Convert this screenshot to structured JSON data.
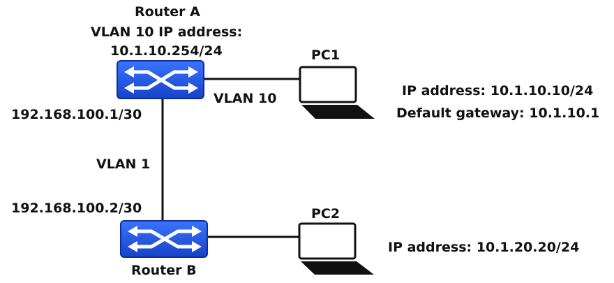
{
  "router_a": {
    "name": "Router A",
    "vlan_label": "VLAN 10 IP address:",
    "vlan_ip": "10.1.10.254/24",
    "uplink_ip": "192.168.100.1/30",
    "icon": "router-icon"
  },
  "router_b": {
    "name": "Router B",
    "uplink_ip": "192.168.100.2/30",
    "icon": "router-icon"
  },
  "links": {
    "a_to_pc1": "VLAN 10",
    "a_to_b": "VLAN 1"
  },
  "pc1": {
    "name": "PC1",
    "ip": "IP address: 10.1.10.10/24",
    "gateway": "Default gateway: 10.1.10.1",
    "icon": "laptop-icon"
  },
  "pc2": {
    "name": "PC2",
    "ip": "IP address: 10.1.20.20/24",
    "icon": "laptop-icon"
  },
  "colors": {
    "router_fill": "#1f54e0",
    "router_edge": "#0e2f9a",
    "line": "#111111",
    "text": "#111111"
  }
}
